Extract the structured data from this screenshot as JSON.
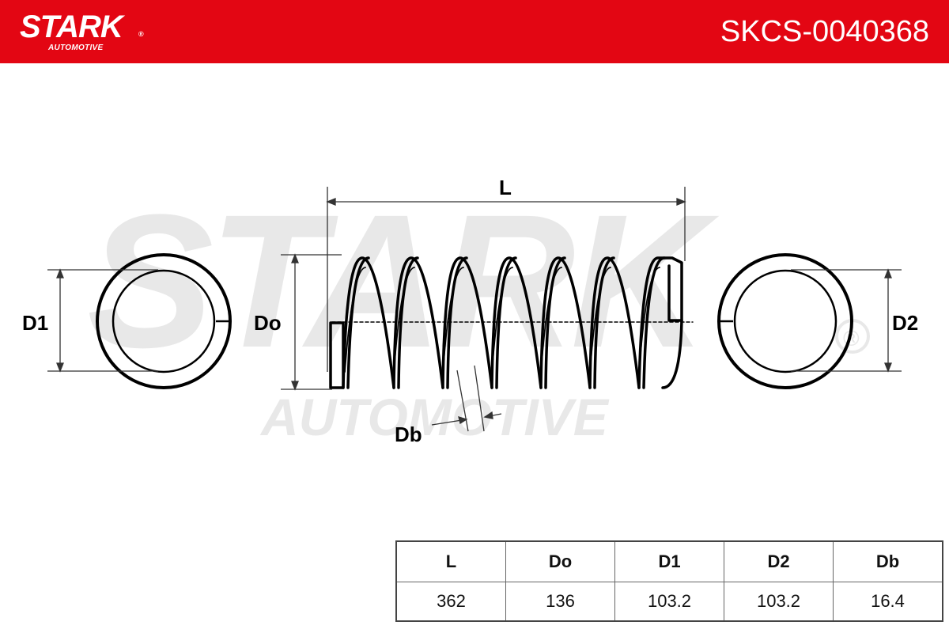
{
  "brand": {
    "name": "STARK",
    "sub": "AUTOMOTIVE",
    "registered": "®",
    "watermark_main": "STARK",
    "watermark_sub": "AUTOMOTIVE",
    "accent_color": "#e30613"
  },
  "part_number": "SKCS-0040368",
  "diagram": {
    "labels": {
      "length": "L",
      "outer_diameter": "Do",
      "end_diameter_1": "D1",
      "end_diameter_2": "D2",
      "wire_diameter": "Db"
    }
  },
  "spec_table": {
    "headers": [
      "L",
      "Do",
      "D1",
      "D2",
      "Db"
    ],
    "values": [
      "362",
      "136",
      "103.2",
      "103.2",
      "16.4"
    ]
  }
}
